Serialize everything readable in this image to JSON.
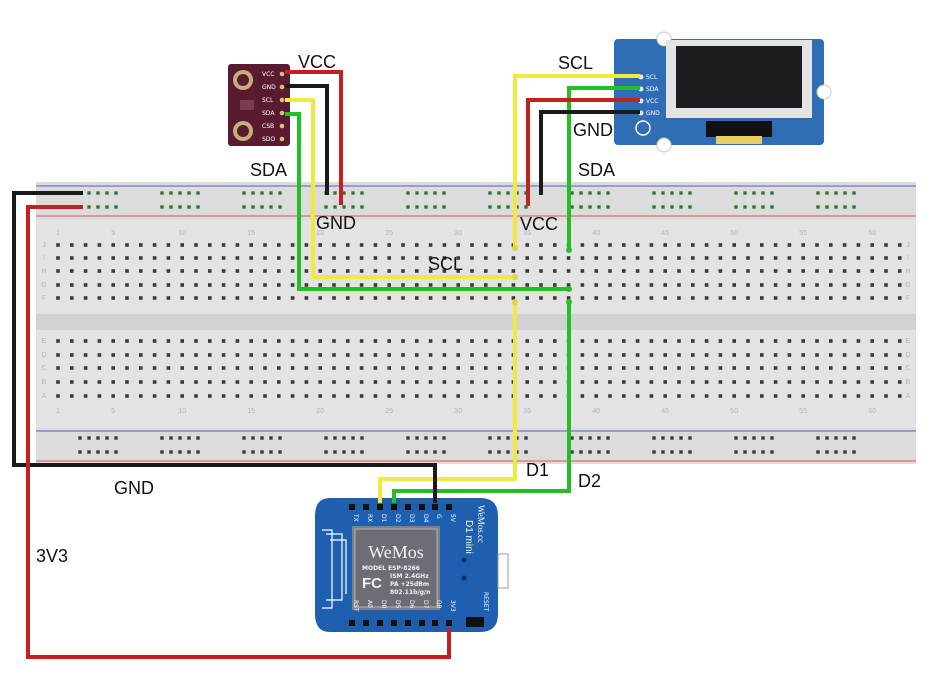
{
  "labels": {
    "bme_vcc": "VCC",
    "bme_sda": "SDA",
    "bme_gnd": "GND",
    "oled_scl": "SCL",
    "oled_gnd": "GND",
    "oled_sda": "SDA",
    "oled_vcc": "VCC",
    "bus_scl": "SCL",
    "d1": "D1",
    "d2": "D2",
    "gnd": "GND",
    "v33": "3V3"
  },
  "bme280": {
    "pins": [
      "VCC",
      "GND",
      "SCL",
      "SDA",
      "CSB",
      "SDO"
    ],
    "body_color": "#5a1a30"
  },
  "oled": {
    "pins": [
      "SCL",
      "SDA",
      "VCC",
      "GND"
    ],
    "board_color": "#2f6db5",
    "screen_color": "#1c1d21"
  },
  "breadboard": {
    "row_letters_top": [
      "J",
      "I",
      "H",
      "G",
      "F"
    ],
    "row_letters_bottom": [
      "E",
      "D",
      "C",
      "B",
      "A"
    ],
    "column_numbers": [
      "1",
      "5",
      "10",
      "15",
      "20",
      "25",
      "30",
      "35",
      "40",
      "45",
      "50",
      "55",
      "60"
    ]
  },
  "wemos": {
    "title": "D1 mini",
    "brand": "WeMos.cc",
    "logo": "WeMos",
    "chip_model": "MODEL  ESP-8266",
    "chip_spec1": "ISM 2.4GHz",
    "chip_spec2": "PA +25dBm",
    "chip_spec3": "802.11b/g/n",
    "fc": "FC",
    "reset": "RESET",
    "top_pins": [
      "TX",
      "RX",
      "D1",
      "D2",
      "D3",
      "D4",
      "G",
      "5V"
    ],
    "bottom_pins": [
      "RST",
      "A0",
      "D0",
      "D5",
      "D6",
      "D7",
      "D8",
      "3V3"
    ],
    "board_color": "#1f5fb0"
  },
  "wire_colors": {
    "red": "#c42020",
    "black": "#1a1a1a",
    "yellow": "#f2ea3a",
    "green": "#22c022"
  }
}
